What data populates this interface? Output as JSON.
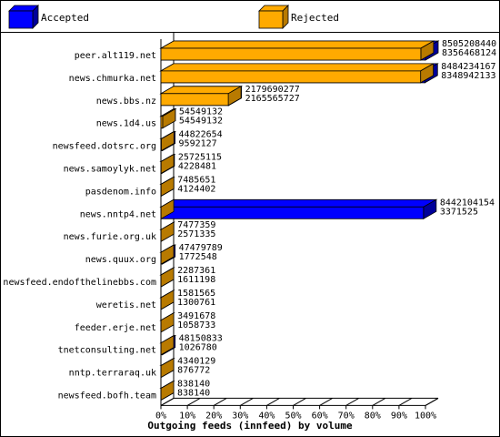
{
  "colors": {
    "accepted": "#0000ff",
    "accepted_shade": "#00009a",
    "rejected": "#ffaa00",
    "rejected_shade": "#b87a00",
    "background": "#ffffff",
    "frame": "#000000"
  },
  "chart_data": {
    "type": "bar",
    "orientation": "horizontal",
    "stacking": "overlapping-3d",
    "title": "Outgoing feeds (innfeed) by volume",
    "xlabel": "",
    "ylabel": "",
    "xlim": [
      0,
      100
    ],
    "x_tick_labels": [
      "0%",
      "10%",
      "20%",
      "30%",
      "40%",
      "50%",
      "60%",
      "70%",
      "80%",
      "90%",
      "100%"
    ],
    "grid": false,
    "legend_position": "top",
    "categories": [
      "peer.alt119.net",
      "news.chmurka.net",
      "news.bbs.nz",
      "news.1d4.us",
      "newsfeed.dotsrc.org",
      "news.samoylyk.net",
      "pasdenom.info",
      "news.nntp4.net",
      "news.furie.org.uk",
      "news.quux.org",
      "newsfeed.endofthelinebbs.com",
      "weretis.net",
      "feeder.erje.net",
      "tnetconsulting.net",
      "nntp.terraraq.uk",
      "newsfeed.bofh.team"
    ],
    "series": [
      {
        "name": "Accepted",
        "value_labels": [
          "8505208440",
          "8484234167",
          "2179690277",
          "54549132",
          "44822654",
          "25725115",
          "7485651",
          "8442104154",
          "7477359",
          "47479789",
          "2287361",
          "1581565",
          "3491678",
          "48150833",
          "4340129",
          "838140"
        ],
        "values": [
          8505208440,
          8484234167,
          2179690277,
          54549132,
          44822654,
          25725115,
          7485651,
          8442104154,
          7477359,
          47479789,
          2287361,
          1581565,
          3491678,
          48150833,
          4340129,
          838140
        ]
      },
      {
        "name": "Rejected",
        "value_labels": [
          "8356468124",
          "8348942133",
          "2165565727",
          "54549132",
          "9592127",
          "4228481",
          "4124402",
          "3371525",
          "2571335",
          "1772548",
          "1611198",
          "1300761",
          "1058733",
          "1026780",
          "876772",
          "838140"
        ],
        "values": [
          8356468124,
          8348942133,
          2165565727,
          54549132,
          9592127,
          4228481,
          4124402,
          3371525,
          2571335,
          1772548,
          1611198,
          1300761,
          1058733,
          1026780,
          876772,
          838140
        ]
      }
    ]
  }
}
